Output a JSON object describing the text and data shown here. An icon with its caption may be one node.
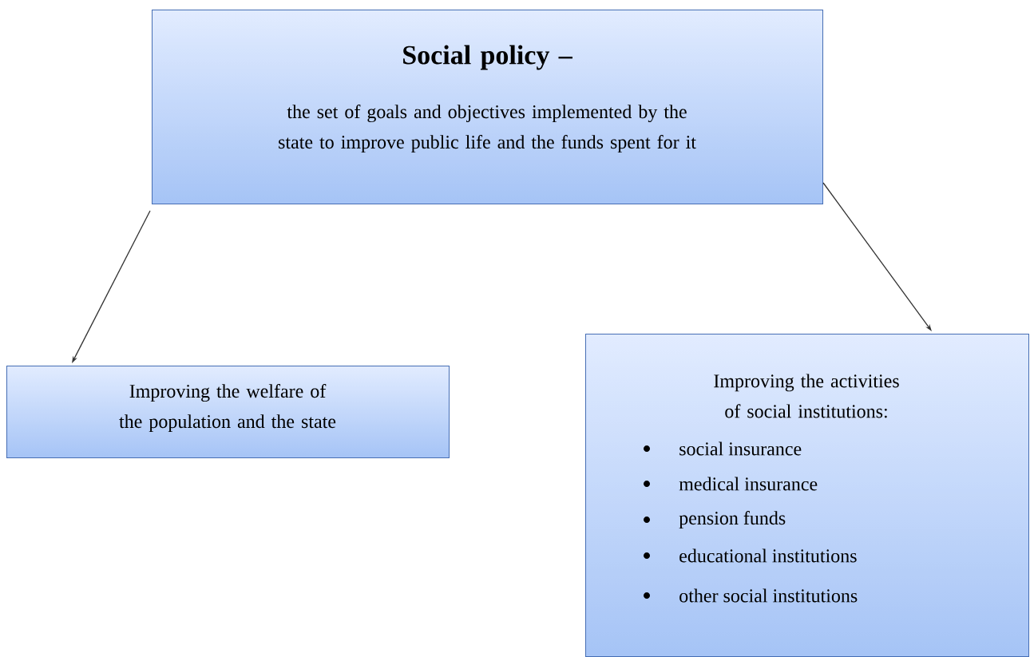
{
  "diagram": {
    "nodes": [
      {
        "text": [
          "Social policy –",
          "the set of goals and objectives implemented by the state to improve public life and the funds spent for it"
        ]
      },
      {
        "text": [
          "Improving the welfare of the population and the state"
        ]
      },
      {
        "text": [
          "Improving the activities of social institutions:",
          "social insurance",
          "medical insurance",
          "pension funds",
          "educational institutions",
          "other social institutions"
        ]
      }
    ],
    "edges": [
      {
        "from": 0,
        "to": 1,
        "arrow": "to"
      },
      {
        "from": 0,
        "to": 2,
        "arrow": "to"
      }
    ]
  }
}
